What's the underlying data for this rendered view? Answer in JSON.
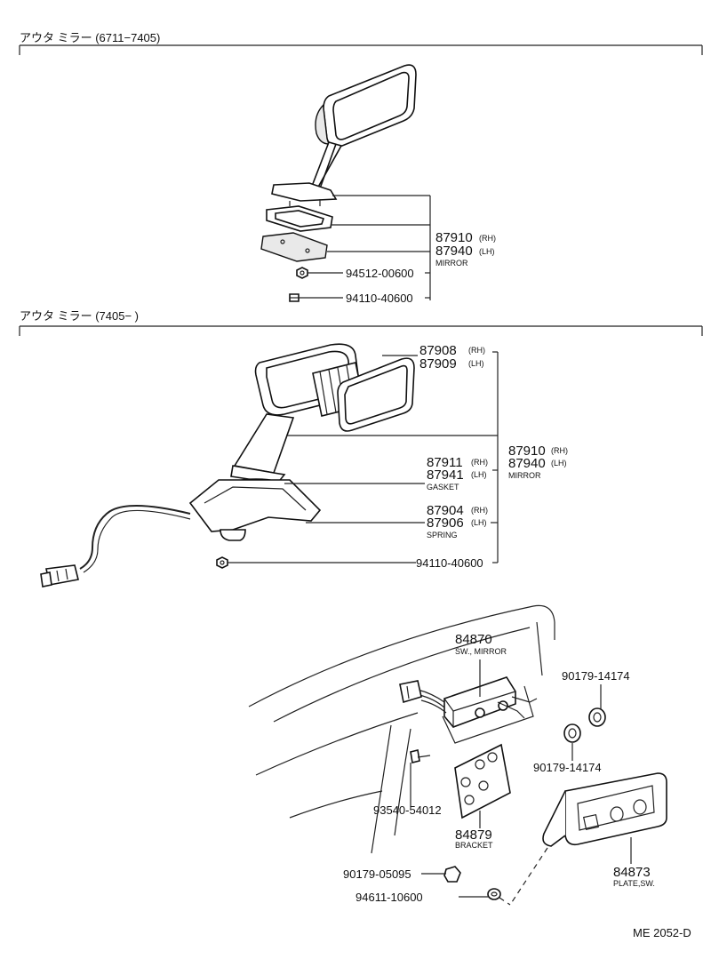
{
  "sections": [
    {
      "title": "アウタ ミラー (6711−7405)"
    },
    {
      "title": "アウタ ミラー (7405−         )"
    }
  ],
  "labels": {
    "s1_pn_rh": "87910",
    "s1_rh": "(RH)",
    "s1_pn_lh": "87940",
    "s1_lh": "(LH)",
    "s1_mirror": "MIRROR",
    "s1_nut": "94512-00600",
    "s1_screw": "94110-40600",
    "s2_head_rh": "87908",
    "s2_head_rh_side": "(RH)",
    "s2_head_lh": "87909",
    "s2_head_lh_side": "(LH)",
    "s2_mirror_rh": "87910",
    "s2_mirror_rh_side": "(RH)",
    "s2_mirror_lh": "87940",
    "s2_mirror_lh_side": "(LH)",
    "s2_mirror": "MIRROR",
    "s2_gasket_rh": "87911",
    "s2_gasket_rh_side": "(RH)",
    "s2_gasket_lh": "87941",
    "s2_gasket_lh_side": "(LH)",
    "s2_gasket": "GASKET",
    "s2_spring_rh": "87904",
    "s2_spring_rh_side": "(RH)",
    "s2_spring_lh": "87906",
    "s2_spring_lh_side": "(LH)",
    "s2_spring": "SPRING",
    "s2_nut": "94110-40600",
    "s3_switch": "84870",
    "s3_switch_name": "SW., MIRROR",
    "s3_knob_top": "90179-14174",
    "s3_knob_bottom": "90179-14174",
    "s3_screw": "93540-54012",
    "s3_bracket": "84879",
    "s3_bracket_name": "BRACKET",
    "s3_plate": "84873",
    "s3_plate_name": "PLATE,SW.",
    "s3_nut1": "90179-05095",
    "s3_nut2": "94611-10600"
  },
  "footer": {
    "code": "ME 2052-D"
  }
}
